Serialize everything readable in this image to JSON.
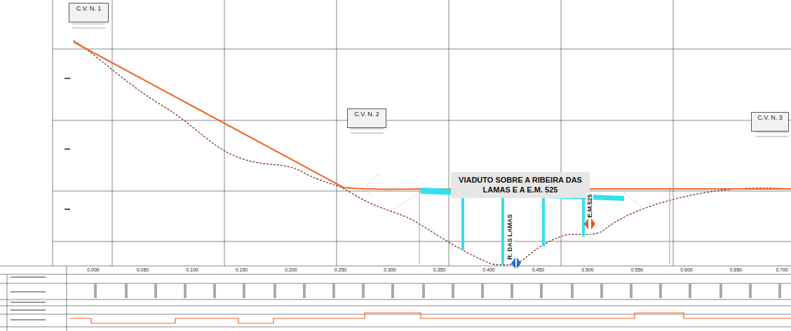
{
  "diagram": {
    "nodes": [
      {
        "text": [
          "C.V. N. 1"
        ]
      },
      {
        "text": [
          "C.V. N. 2"
        ]
      },
      {
        "text": [
          "VIADUTO SOBRE A RIBEIRA DAS LAMAS E A E.M. 525"
        ]
      },
      {
        "text": [
          "C.V. N. 3"
        ]
      }
    ],
    "labels": [
      "R. DAS LAMAS",
      "E.M.525",
      "0.000",
      "0.050",
      "0.100",
      "0.150",
      "0.200",
      "0.250",
      "0.300",
      "0.350",
      "0.400",
      "0.450",
      "0.500",
      "0.550",
      "0.600",
      "0.650",
      "0.700"
    ]
  }
}
